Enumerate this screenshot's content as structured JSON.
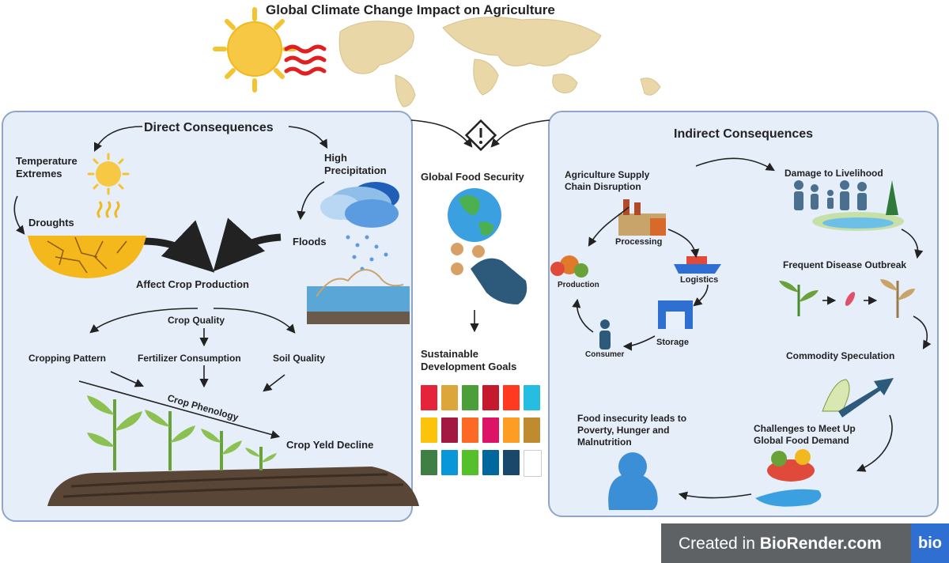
{
  "title": "Global Climate Change Impact on Agriculture",
  "direct": {
    "heading": "Direct Consequences",
    "temperature": "Temperature\nExtremes",
    "precipitation": "High\nPrecipitation",
    "droughts": "Droughts",
    "floods": "Floods",
    "affect": "Affect Crop Production",
    "crop_quality": "Crop Quality",
    "cropping_pattern": "Cropping Pattern",
    "fertilizer": "Fertilizer Consumption",
    "soil_quality": "Soil Quality",
    "phenology": "Crop Phenology",
    "decline": "Crop Yeld Decline"
  },
  "center": {
    "food_security": "Global Food Security",
    "sdg": "Sustainable\nDevelopment Goals"
  },
  "indirect": {
    "heading": "Indirect Consequences",
    "supply_chain": "Agriculture Supply\nChain Disruption",
    "processing": "Processing",
    "logistics": "Logistics",
    "storage": "Storage",
    "consumer": "Consumer",
    "production": "Production",
    "livelihood": "Damage to Livelihood",
    "disease": "Frequent Disease Outbreak",
    "speculation": "Commodity Speculation",
    "challenges": "Challenges to Meet Up\nGlobal Food Demand",
    "insecurity": "Food insecurity leads to\nPoverty, Hunger and\nMalnutrition"
  },
  "credit": {
    "prefix": "Created in ",
    "brand": "BioRender.com",
    "logo": "bio"
  },
  "icons": [
    "sun-icon",
    "heat-waves-icon",
    "world-map-icon",
    "warning-icon",
    "globe-icon",
    "hand-icon",
    "cloud-rain-icon",
    "cracked-earth-icon",
    "flood-soil-icon",
    "corn-field-icon",
    "factory-icon",
    "ship-icon",
    "store-icon",
    "person-icon",
    "vegetables-icon",
    "family-icon",
    "plant-disease-icon",
    "rising-arrow-icon",
    "food-hand-icon",
    "sad-person-icon"
  ],
  "colors": {
    "panel_bg": "#e6eefa",
    "panel_border": "#8fa6c9",
    "accent_blue": "#2f6fd1",
    "credit_bg": "#5f6265"
  },
  "sdg_colors": [
    "#e5243b",
    "#dda63a",
    "#4c9f38",
    "#c5192d",
    "#ff3a21",
    "#26bde2",
    "#fcc30b",
    "#a21942",
    "#fd6925",
    "#dd1367",
    "#fd9d24",
    "#bf8b2e",
    "#3f7e44",
    "#0a97d9",
    "#56c02b",
    "#00689d",
    "#19486a",
    "#ffffff"
  ]
}
